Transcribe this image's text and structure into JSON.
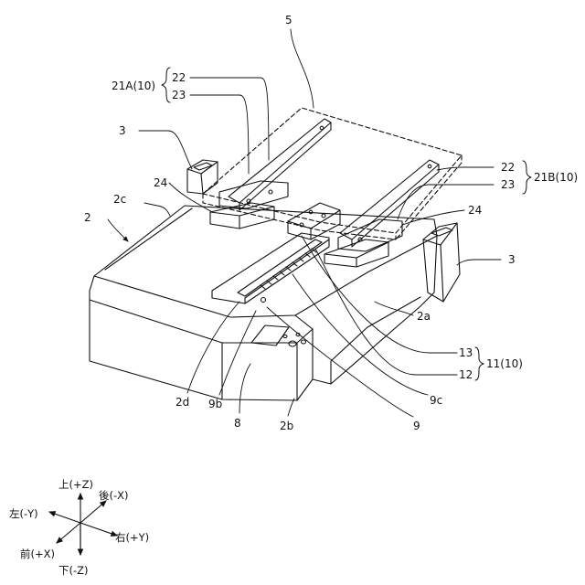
{
  "labels": {
    "l5": "5",
    "l21A": "21A(10)",
    "l22a": "22",
    "l23a": "23",
    "l3a": "3",
    "l24a": "24",
    "l2c": "2c",
    "l2": "2",
    "l22b": "22",
    "l23b": "23",
    "l21B": "21B(10)",
    "l24b": "24",
    "l3b": "3",
    "l2a": "2a",
    "l13": "13",
    "l12": "12",
    "l11": "11(10)",
    "l2d": "2d",
    "l9b": "9b",
    "l8": "8",
    "l2b": "2b",
    "l9c": "9c",
    "l9": "9"
  },
  "axes": {
    "up": "上(+Z)",
    "back": "後(-X)",
    "left": "左(-Y)",
    "right": "右(+Y)",
    "front": "前(+X)",
    "down": "下(-Z)"
  },
  "colors": {
    "line": "#111111",
    "background": "#ffffff"
  }
}
